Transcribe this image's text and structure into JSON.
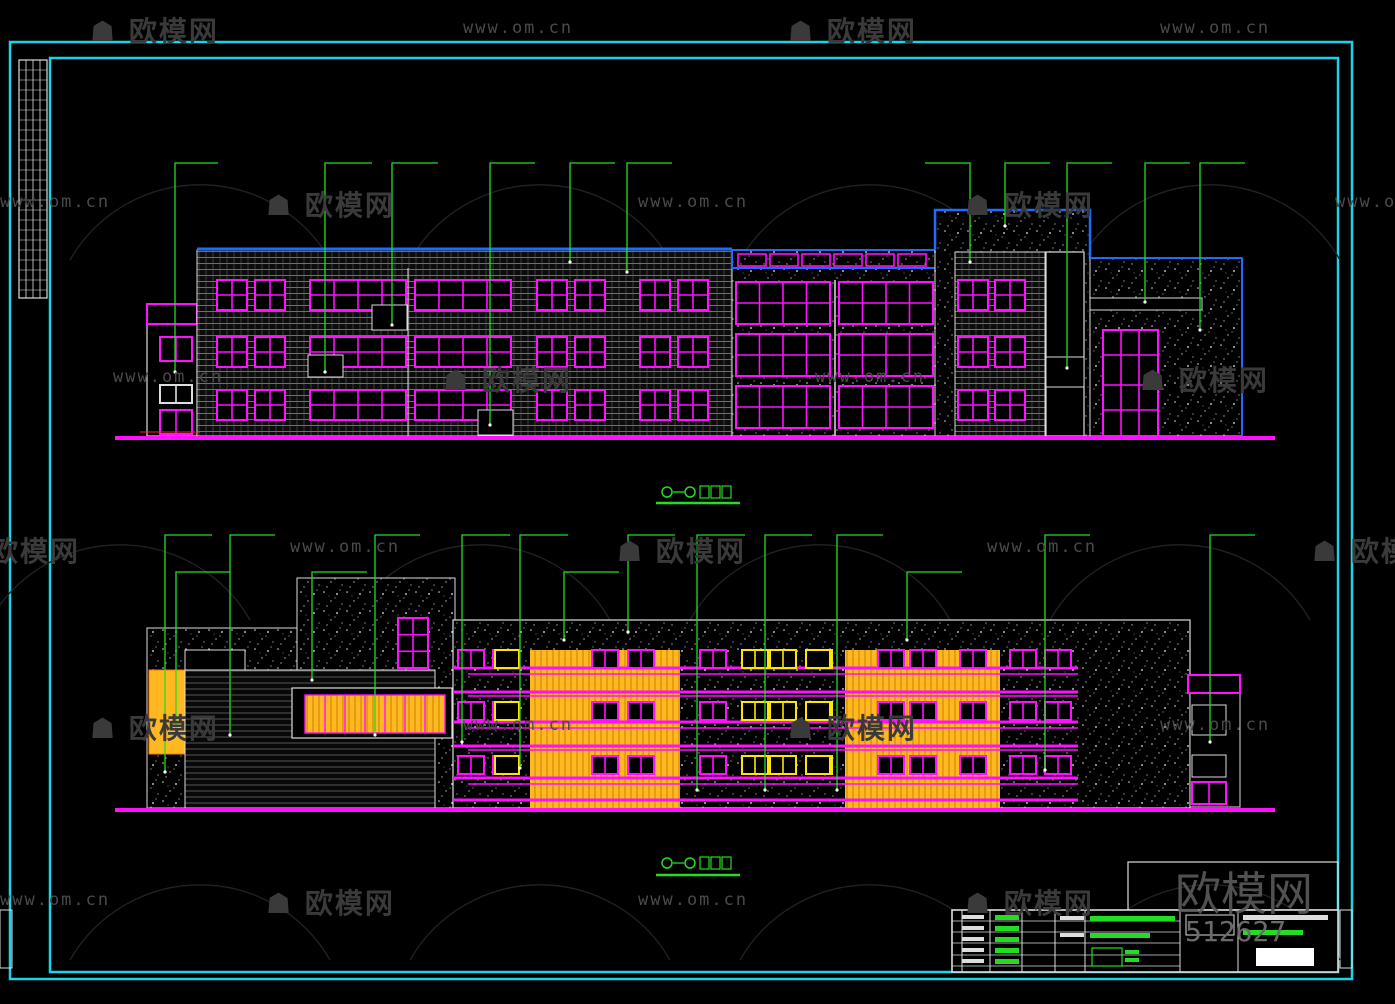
{
  "watermark": {
    "brand": "欧模网",
    "url": "www.om.cn",
    "corner_brand": "欧模网",
    "corner_code": "512627"
  },
  "colors": {
    "frame": "#19d3e6",
    "wall": "#c8c8c8",
    "window": "#ff10ff",
    "leader": "#22dd22",
    "ground": "#ff10ff",
    "roof_edge": "#1e6cff",
    "panel": "#ffb81f",
    "speckle": "#ffffff"
  }
}
